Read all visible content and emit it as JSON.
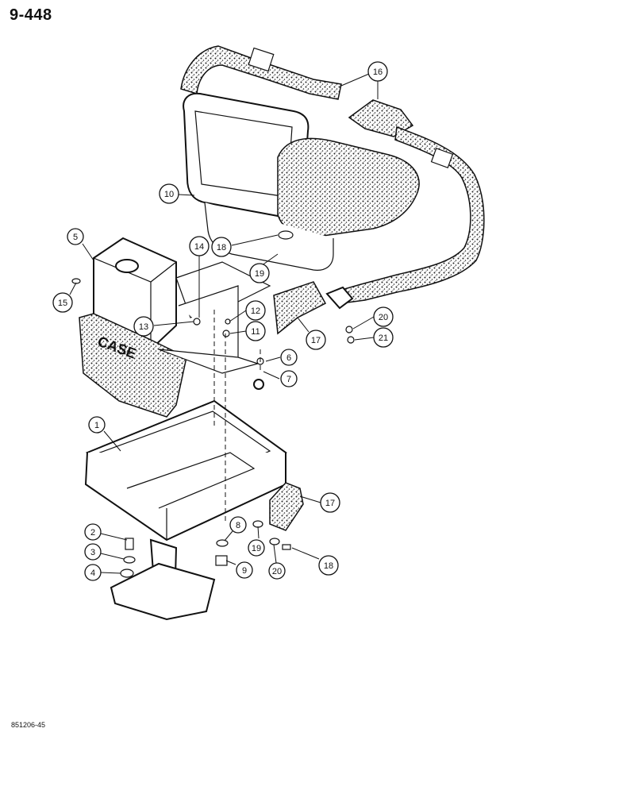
{
  "header": {
    "page_number": "9-448"
  },
  "footer": {
    "figure_code": "851206-45"
  },
  "callouts": [
    {
      "label": "1"
    },
    {
      "label": "2"
    },
    {
      "label": "3"
    },
    {
      "label": "4"
    },
    {
      "label": "5"
    },
    {
      "label": "6"
    },
    {
      "label": "7"
    },
    {
      "label": "8"
    },
    {
      "label": "9"
    },
    {
      "label": "10"
    },
    {
      "label": "11"
    },
    {
      "label": "12"
    },
    {
      "label": "13"
    },
    {
      "label": "14"
    },
    {
      "label": "15"
    },
    {
      "label": "16"
    },
    {
      "label": "17"
    },
    {
      "label": "17"
    },
    {
      "label": "18"
    },
    {
      "label": "18"
    },
    {
      "label": "19"
    },
    {
      "label": "19"
    },
    {
      "label": "20"
    },
    {
      "label": "20"
    },
    {
      "label": "21"
    }
  ],
  "stamp": {
    "brand_text": "CASE"
  }
}
